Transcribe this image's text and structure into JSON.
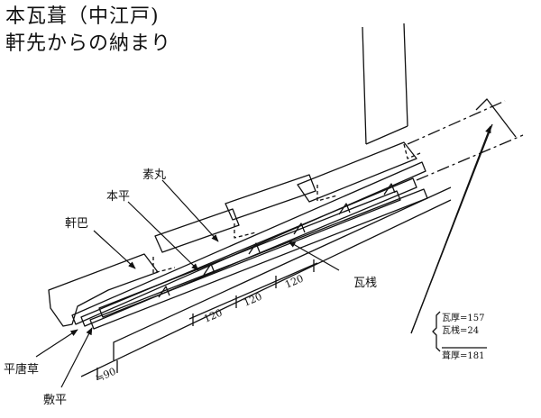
{
  "title": {
    "line1": "本瓦葺（中江戸)",
    "line2": "軒先からの納まり"
  },
  "labels": {
    "somaru": "素丸",
    "honhira": "本平",
    "nokitomoe": "軒巴",
    "kawarasan": "瓦桟",
    "hirakarakusa": "平唐草",
    "shikihira": "敷平"
  },
  "dimensions": {
    "spacing": [
      "120",
      "120",
      "120"
    ],
    "eave_offset": "≒90"
  },
  "note": {
    "kawara_thickness": "瓦厚=157",
    "kawarasan": "瓦桟=24",
    "roof_thickness": "葺厚=181"
  },
  "colors": {
    "line": "#111111",
    "background": "#ffffff"
  }
}
